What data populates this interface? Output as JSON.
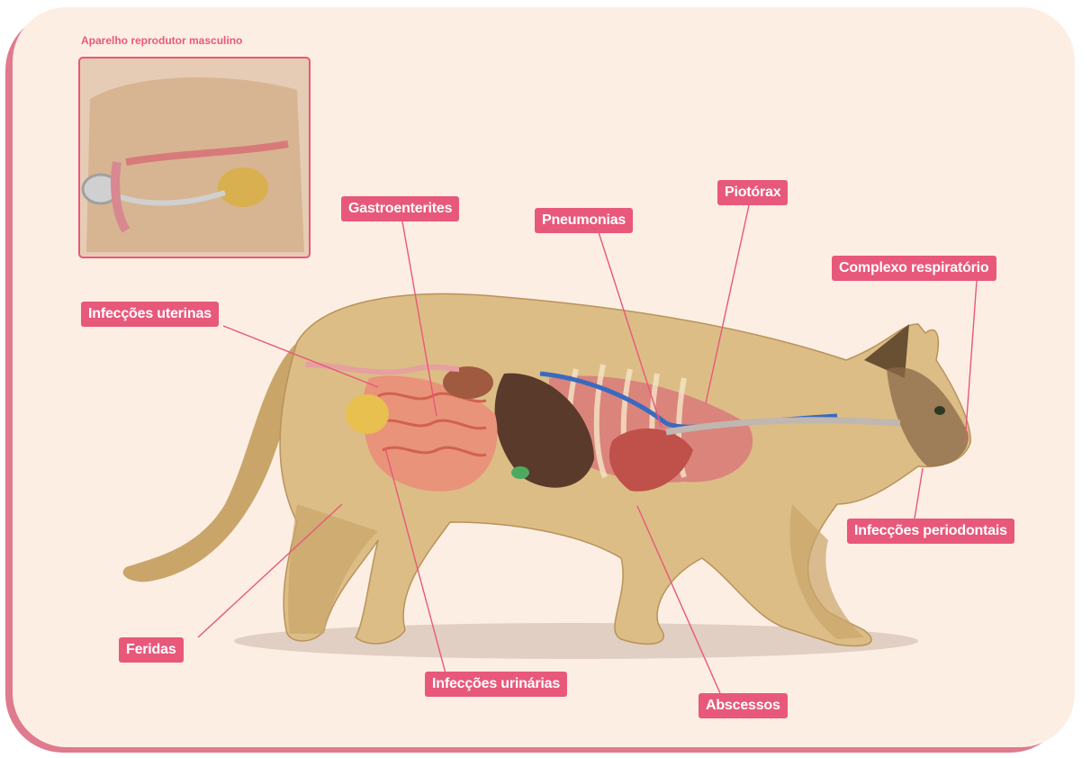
{
  "inset": {
    "title": "Aparelho reprodutor masculino"
  },
  "labels": {
    "gastroenterites": "Gastroenterites",
    "pneumonias": "Pneumonias",
    "piotorax": "Piotórax",
    "complexo_respiratorio": "Complexo respiratório",
    "infeccoes_uterinas": "Infecções uterinas",
    "infeccoes_periodontais": "Infecções periodontais",
    "feridas": "Feridas",
    "infeccoes_urinarias": "Infecções urinárias",
    "abscessos": "Abscessos"
  },
  "colors": {
    "label_bg": "#e8587a",
    "frame_bg": "#fdeee4",
    "frame_border": "#e07a8e",
    "cat_fur": "#d8b880"
  }
}
